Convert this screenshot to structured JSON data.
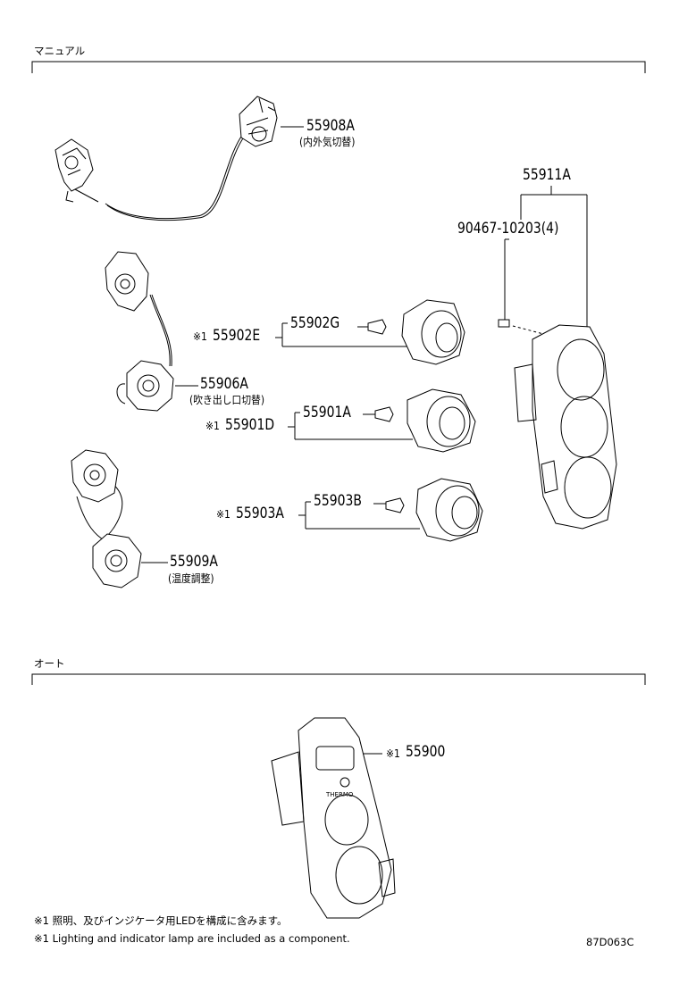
{
  "sections": {
    "manual": "マニュアル",
    "auto": "オート"
  },
  "parts": {
    "p55908A": "55908A",
    "p55908A_desc": "(内外気切替)",
    "p55911A": "55911A",
    "p90467": "90467-10203(4)",
    "p55902E": "55902E",
    "p55902G": "55902G",
    "p55906A": "55906A",
    "p55906A_desc": "(吹き出し口切替)",
    "p55901D": "55901D",
    "p55901A": "55901A",
    "p55903A": "55903A",
    "p55903B": "55903B",
    "p55909A": "55909A",
    "p55909A_desc": "(温度調整)",
    "p55900": "55900",
    "mark": "※1"
  },
  "notes": {
    "jp": "※1 照明、及びインジケータ用LEDを構成に含みます。",
    "en": "※1 Lighting and indicator lamp are included as a component."
  },
  "figure_code": "87D063C",
  "panel_text": "THERMO"
}
